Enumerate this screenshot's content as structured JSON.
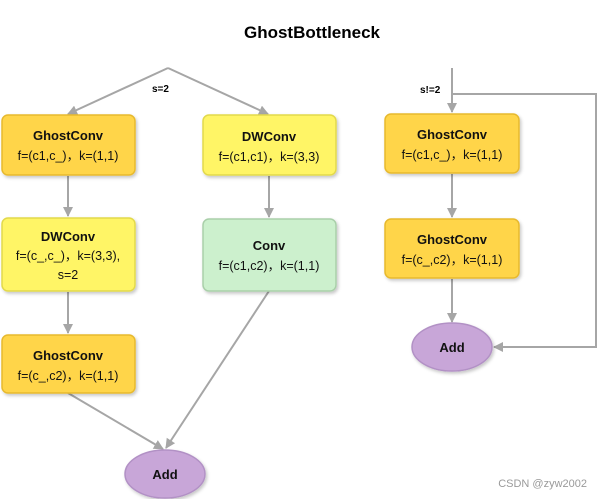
{
  "title": "GhostBottleneck",
  "colors": {
    "ghost_fill": "#ffd54a",
    "ghost_stroke": "#e7b92d",
    "dw_fill": "#fff566",
    "dw_stroke": "#e2d94c",
    "conv_fill": "#ccf0cd",
    "conv_stroke": "#a9cfa9",
    "add_fill": "#c8a6d8",
    "add_stroke": "#b291c5",
    "edge": "#a6a6a6"
  },
  "labels": {
    "s2": "s=2",
    "s_not2": "s!=2"
  },
  "nodes": {
    "left_ghost1": {
      "title": "GhostConv",
      "line1": "f=(c1,c_)，k=(1,1)"
    },
    "left_dw": {
      "title": "DWConv",
      "line1": "f=(c_,c_)，k=(3,3),",
      "line2": "s=2"
    },
    "left_ghost2": {
      "title": "GhostConv",
      "line1": "f=(c_,c2)，k=(1,1)"
    },
    "mid_dw": {
      "title": "DWConv",
      "line1": "f=(c1,c1)，k=(3,3)"
    },
    "mid_conv": {
      "title": "Conv",
      "line1": "f=(c1,c2)，k=(1,1)"
    },
    "right_ghost1": {
      "title": "GhostConv",
      "line1": "f=(c1,c_)，k=(1,1)"
    },
    "right_ghost2": {
      "title": "GhostConv",
      "line1": "f=(c_,c2)，k=(1,1)"
    },
    "add_left": {
      "title": "Add"
    },
    "add_right": {
      "title": "Add"
    }
  },
  "watermark": "CSDN @zyw2002"
}
